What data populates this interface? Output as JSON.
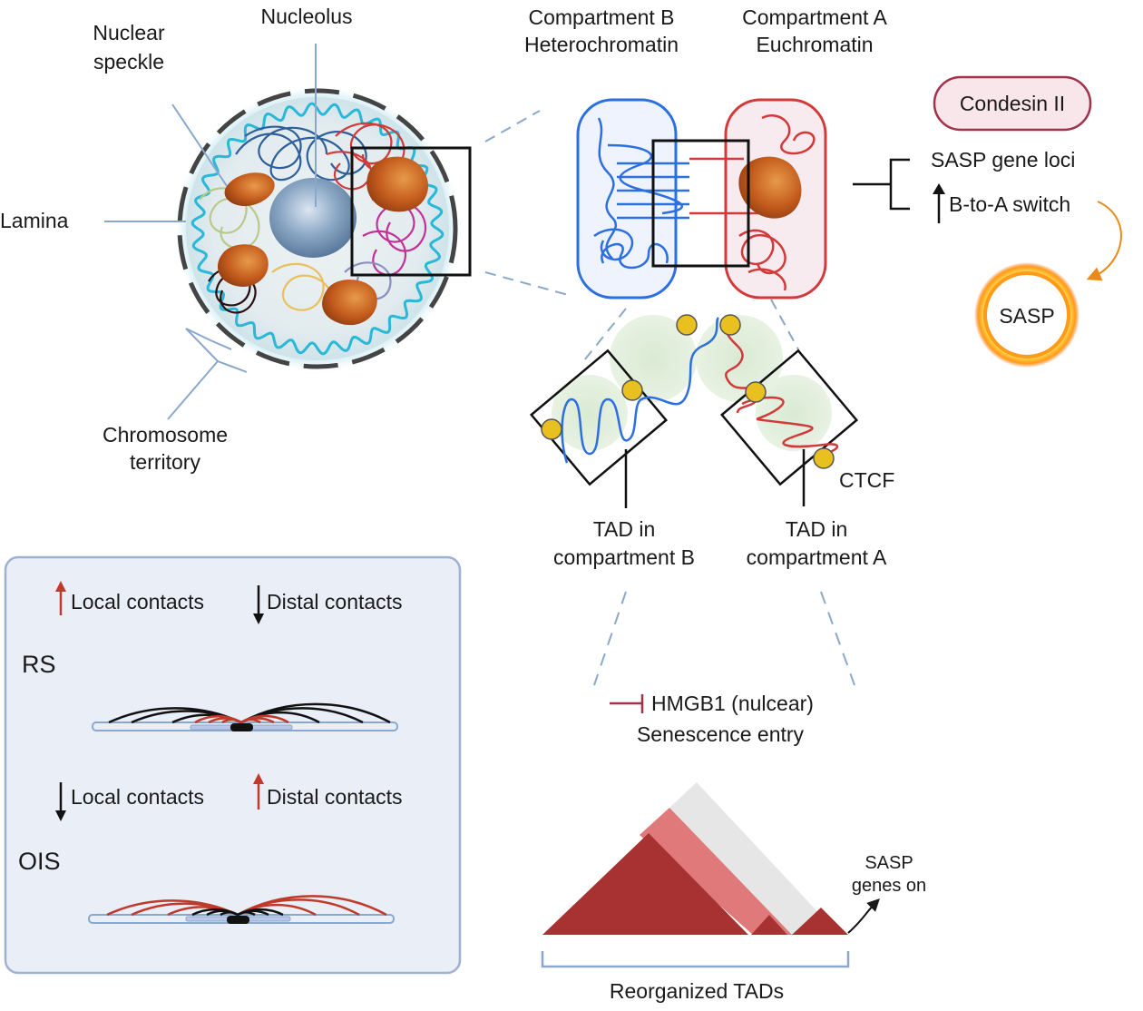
{
  "nucleus": {
    "labels": {
      "nucleolus": "Nucleolus",
      "speckle_line1": "Nuclear",
      "speckle_line2": "speckle",
      "lamina": "Lamina",
      "territory_line1": "Chromosome",
      "territory_line2": "territory"
    }
  },
  "compartments": {
    "b_line1": "Compartment B",
    "b_line2": "Heterochromatin",
    "a_line1": "Compartment A",
    "a_line2": "Euchromatin",
    "b_color": "#2b6fe0",
    "a_color": "#d23a3a"
  },
  "condensin": {
    "label": "Condesin II",
    "target1": "SASP gene loci",
    "target2": "B-to-A switch",
    "sasp": "SASP"
  },
  "tads": {
    "ctcf": "CTCF",
    "b_line1": "TAD in",
    "b_line2": "compartment B",
    "a_line1": "TAD in",
    "a_line2": "compartment A"
  },
  "hmgb1": {
    "line1": "HMGB1 (nulcear)",
    "line2": "Senescence entry"
  },
  "reorganized": {
    "label": "Reorganized TADs",
    "sasp_line1": "SASP",
    "sasp_line2": "genes on",
    "colors": [
      "#a83232",
      "#e07a7a",
      "#e6e6e6"
    ]
  },
  "panel": {
    "rs": {
      "name": "RS",
      "local": "Local contacts",
      "distal": "Distal contacts",
      "local_direction": "up",
      "distal_direction": "down"
    },
    "ois": {
      "name": "OIS",
      "local": "Local contacts",
      "distal": "Distal contacts",
      "local_direction": "down",
      "distal_direction": "up"
    },
    "background": "#e9eef7",
    "border": "#9fb0d0"
  }
}
